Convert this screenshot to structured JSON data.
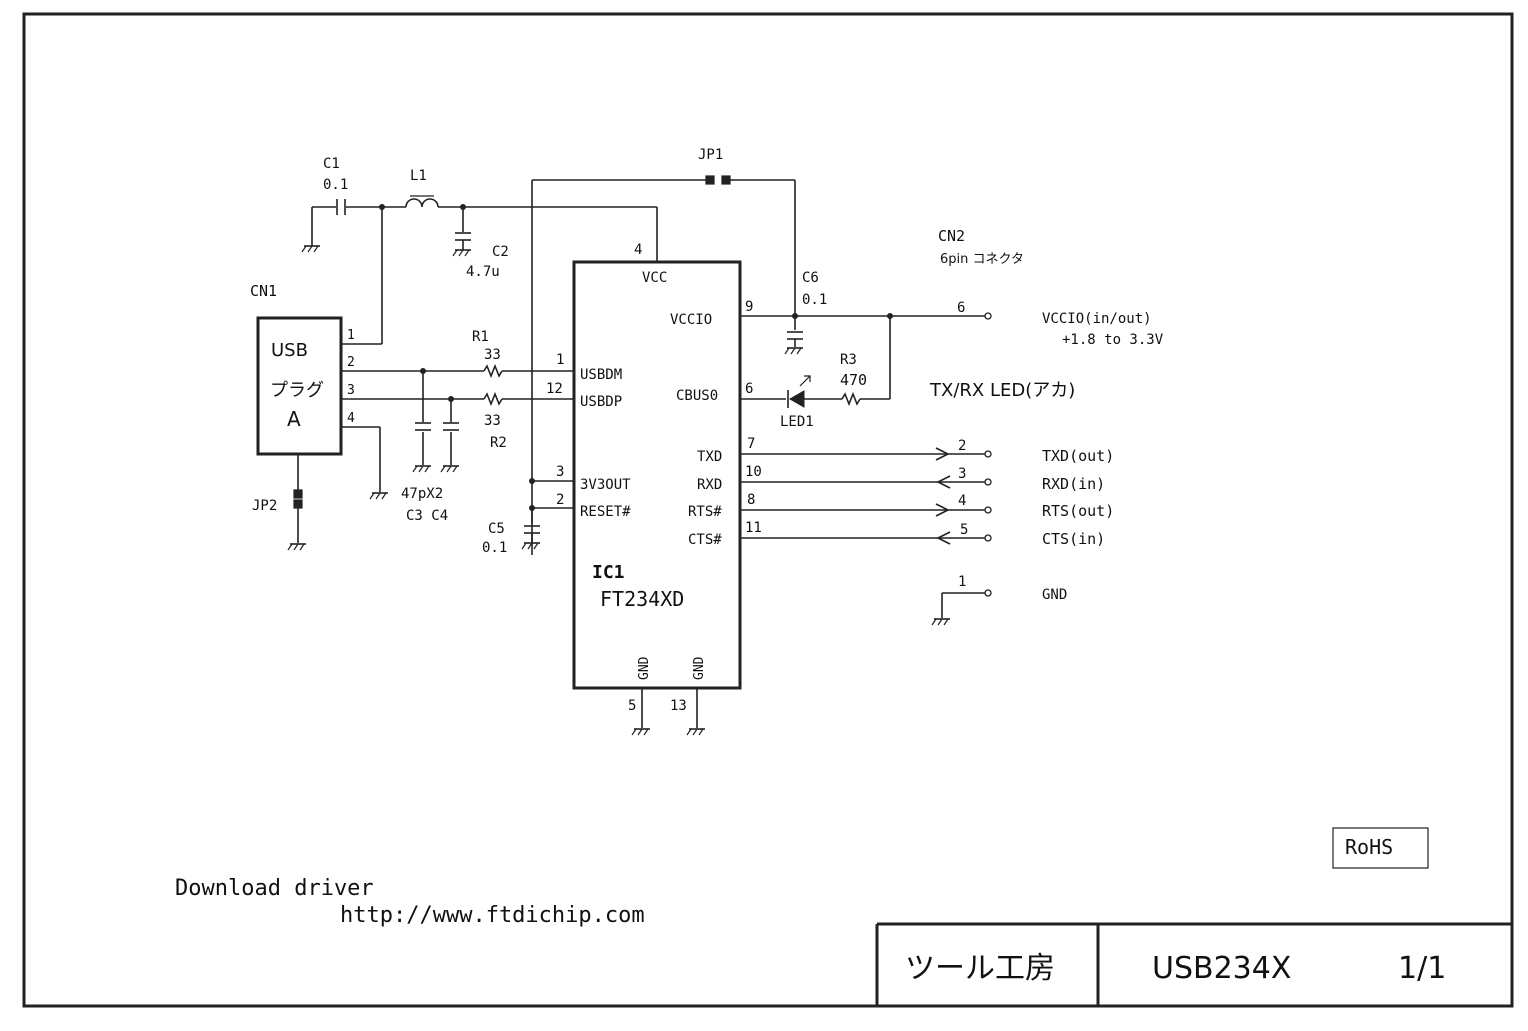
{
  "title_block": {
    "maker": "ツール工房",
    "model": "USB234X",
    "sheet": "1/1"
  },
  "rohs": "RoHS",
  "download": {
    "line1": "Download driver",
    "line2": "http://www.ftdichip.com"
  },
  "ic1": {
    "ref": "IC1",
    "part": "FT234XD",
    "pins": {
      "vcc": "VCC",
      "vccio": "VCCIO",
      "usbdm": "USBDM",
      "usbdp": "USBDP",
      "cbus0": "CBUS0",
      "v3out": "3V3OUT",
      "reset": "RESET#",
      "txd": "TXD",
      "rxd": "RXD",
      "rts": "RTS#",
      "cts": "CTS#",
      "gnd1": "GND",
      "gnd2": "GND"
    },
    "pin_numbers": {
      "vcc": "4",
      "vccio": "9",
      "usbdm": "1",
      "usbdp": "12",
      "cbus0": "6",
      "v3out": "3",
      "reset": "2",
      "txd": "7",
      "rxd": "10",
      "rts": "8",
      "cts": "11",
      "gnd1": "5",
      "gnd2": "13"
    }
  },
  "cn1": {
    "ref": "CN1",
    "line1": "USB",
    "line2": "プラグ",
    "line3": "A",
    "pins": [
      "1",
      "2",
      "3",
      "4"
    ]
  },
  "cn2": {
    "ref": "CN2",
    "desc": "6pin コネクタ",
    "pins": [
      {
        "num": "6",
        "label": "VCCIO(in/out)"
      },
      {
        "num": "2",
        "label": "TXD(out)"
      },
      {
        "num": "3",
        "label": "RXD(in)"
      },
      {
        "num": "4",
        "label": "RTS(out)"
      },
      {
        "num": "5",
        "label": "CTS(in)"
      },
      {
        "num": "1",
        "label": "GND"
      }
    ],
    "vccio_range": "+1.8 to 3.3V",
    "led_note": "TX/RX LED(アカ)"
  },
  "parts": {
    "c1": {
      "ref": "C1",
      "value": "0.1"
    },
    "l1": {
      "ref": "L1"
    },
    "c2": {
      "ref": "C2",
      "value": "4.7u"
    },
    "c5": {
      "ref": "C5",
      "value": "0.1"
    },
    "c6": {
      "ref": "C6",
      "value": "0.1"
    },
    "r1": {
      "ref": "R1",
      "value": "33"
    },
    "r2": {
      "ref": "R2",
      "value": "33"
    },
    "r3": {
      "ref": "R3",
      "value": "470"
    },
    "led1": {
      "ref": "LED1"
    },
    "jp1": {
      "ref": "JP1"
    },
    "jp2": {
      "ref": "JP2"
    },
    "c3c4": {
      "value": "47pX2",
      "refs": "C3 C4"
    }
  }
}
